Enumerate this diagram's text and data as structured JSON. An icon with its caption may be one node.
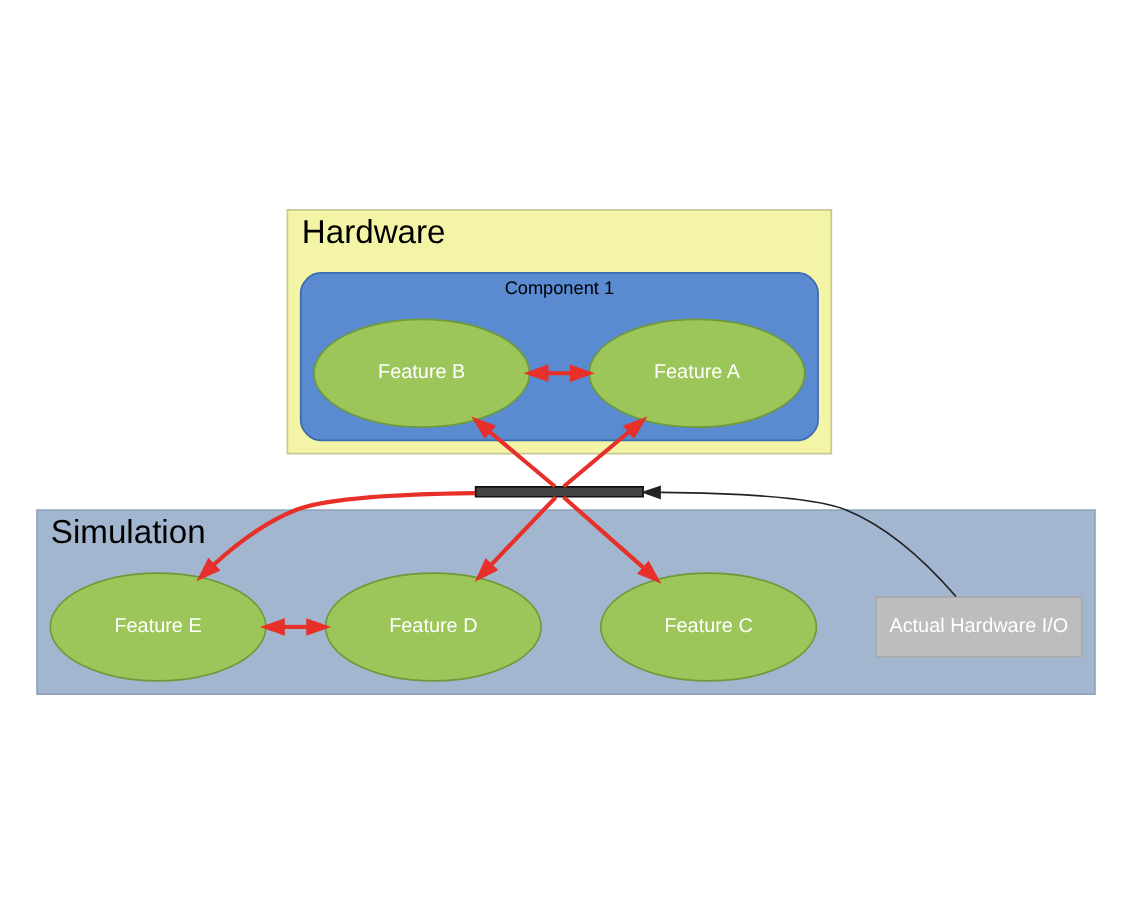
{
  "diagram": {
    "nodes": [
      {
        "text": [
          "Hardware"
        ]
      },
      {
        "text": [
          "Component 1"
        ],
        "in": 0
      },
      {
        "text": [
          "Feature A"
        ],
        "in": 1
      },
      {
        "text": [
          "Feature B"
        ],
        "in": 1
      },
      {
        "text": [
          "Simulation"
        ]
      },
      {
        "text": [],
        "shape": "bar"
      },
      {
        "text": [
          "Actual Hardware I/O"
        ],
        "in": 4
      },
      {
        "text": [
          "Feature C"
        ],
        "in": 4
      },
      {
        "text": [
          "Feature D"
        ],
        "in": 4
      },
      {
        "text": [
          "Feature E"
        ],
        "in": 4
      }
    ],
    "edges": [
      {
        "from": 2,
        "to": 3,
        "arrow": "both"
      },
      {
        "from": 5,
        "to": 2,
        "arrow": "to"
      },
      {
        "from": 5,
        "to": 3,
        "arrow": "to"
      },
      {
        "from": 6,
        "to": 5,
        "arrow": "to",
        "color": "#222222"
      },
      {
        "from": 5,
        "to": 7,
        "arrow": "to"
      },
      {
        "from": 5,
        "to": 8,
        "arrow": "to"
      },
      {
        "from": 5,
        "to": 9,
        "arrow": "to"
      },
      {
        "from": 8,
        "to": 9,
        "arrow": "both"
      }
    ]
  }
}
